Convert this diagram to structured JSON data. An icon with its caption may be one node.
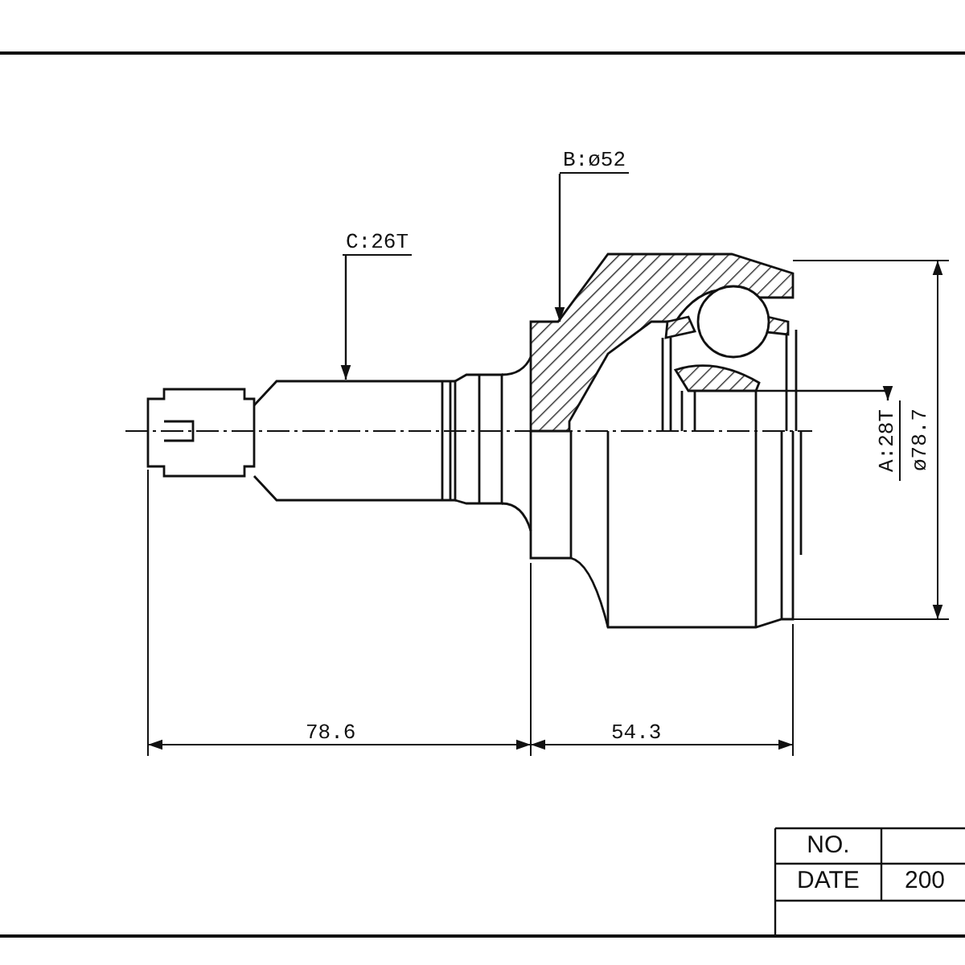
{
  "diagram": {
    "nodes": [
      {
        "text": [
          "C:26T"
        ]
      },
      {
        "text": [
          "B:ø52"
        ]
      },
      {
        "text": [
          "A:28T"
        ]
      }
    ],
    "edges": [
      {
        "from": 0,
        "to": null,
        "arrow": "to"
      },
      {
        "from": 1,
        "to": null,
        "arrow": "to"
      },
      {
        "from": null,
        "to": 2,
        "arrow": "to"
      }
    ],
    "labels": [
      "ø78.7",
      "78.6",
      "54.3",
      "NO.",
      "DATE",
      "200"
    ]
  }
}
